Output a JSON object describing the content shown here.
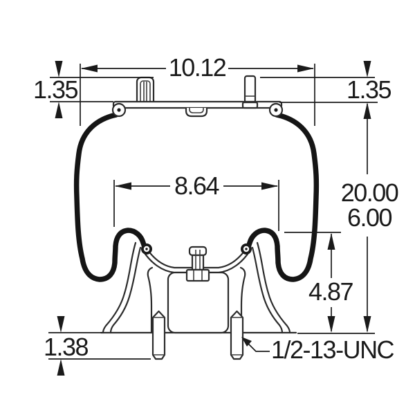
{
  "canvas": {
    "background": "#ffffff",
    "ink": "#1a1a1a",
    "description": "Technical dimension drawing of an air spring suspension bellows with bead plate, piston and mounting studs"
  },
  "labels": {
    "top_width": "10.12",
    "left_plate_offset": "1.35",
    "right_plate_offset": "1.35",
    "bead_plate_width": "8.64",
    "extended_height": "20.00",
    "design_height": "6.00",
    "piston_height": "4.87",
    "stud_projection": "1.38",
    "stud_thread": "1/2-13-UNC"
  }
}
